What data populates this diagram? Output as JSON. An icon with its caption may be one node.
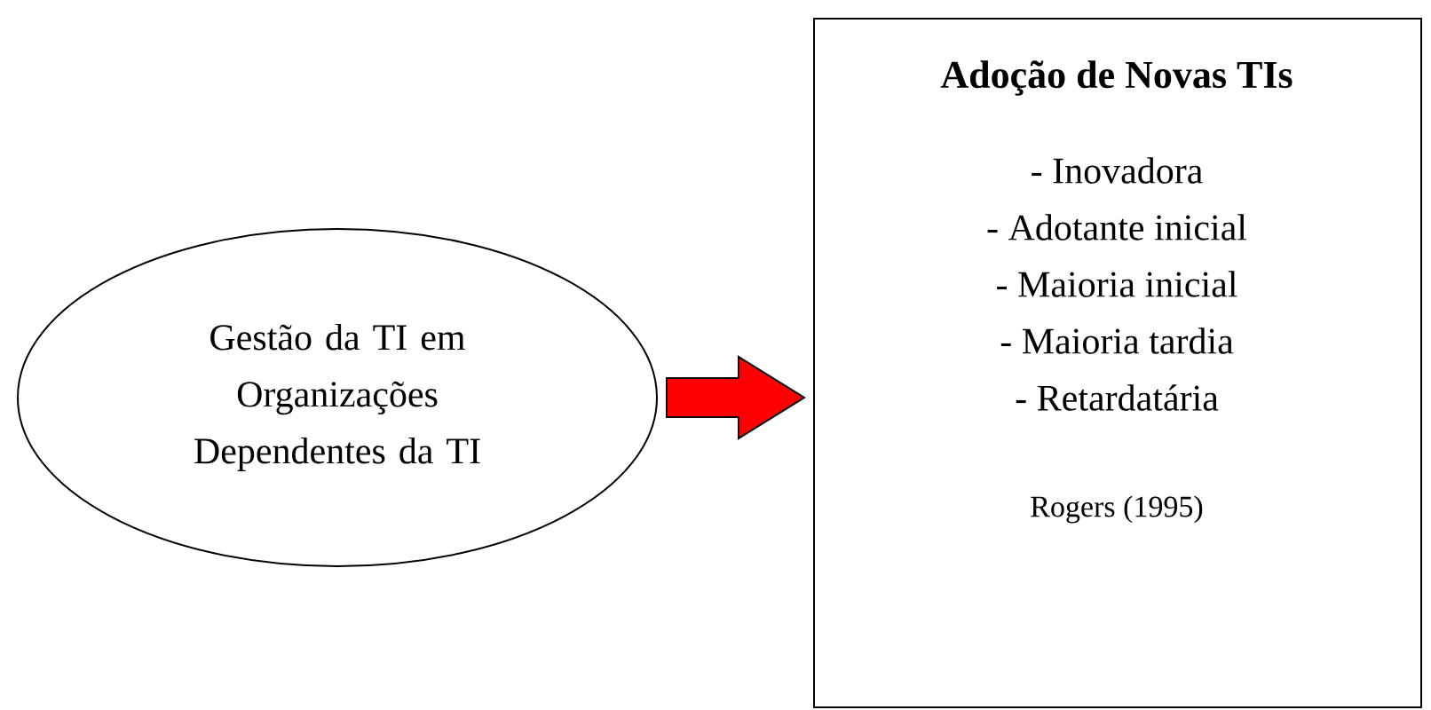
{
  "diagram": {
    "nodes": [
      {
        "text": [
          "Gestão da TI em Organizações Dependentes da TI"
        ]
      },
      {
        "text": [
          "Adoção de Novas TIs",
          "- Inovadora",
          "- Adotante inicial",
          "- Maioria inicial",
          "- Maioria tardia",
          "- Retardatária",
          "Rogers (1995)"
        ]
      }
    ],
    "edges": [
      {
        "from": 0,
        "to": 1,
        "arrow": "to",
        "color": "#ff0000"
      }
    ]
  }
}
